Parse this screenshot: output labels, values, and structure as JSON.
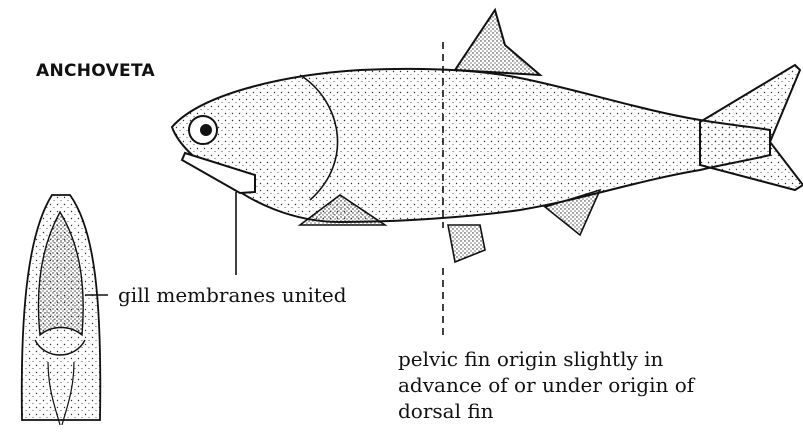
{
  "title": "ANCHOVETA",
  "labels": {
    "gill": "gill membranes united",
    "pelvic": [
      "pelvic fin origin slightly in",
      "advance of or under origin of",
      "dorsal fin"
    ]
  },
  "colors": {
    "ink": "#111111",
    "background": "#ffffff"
  }
}
